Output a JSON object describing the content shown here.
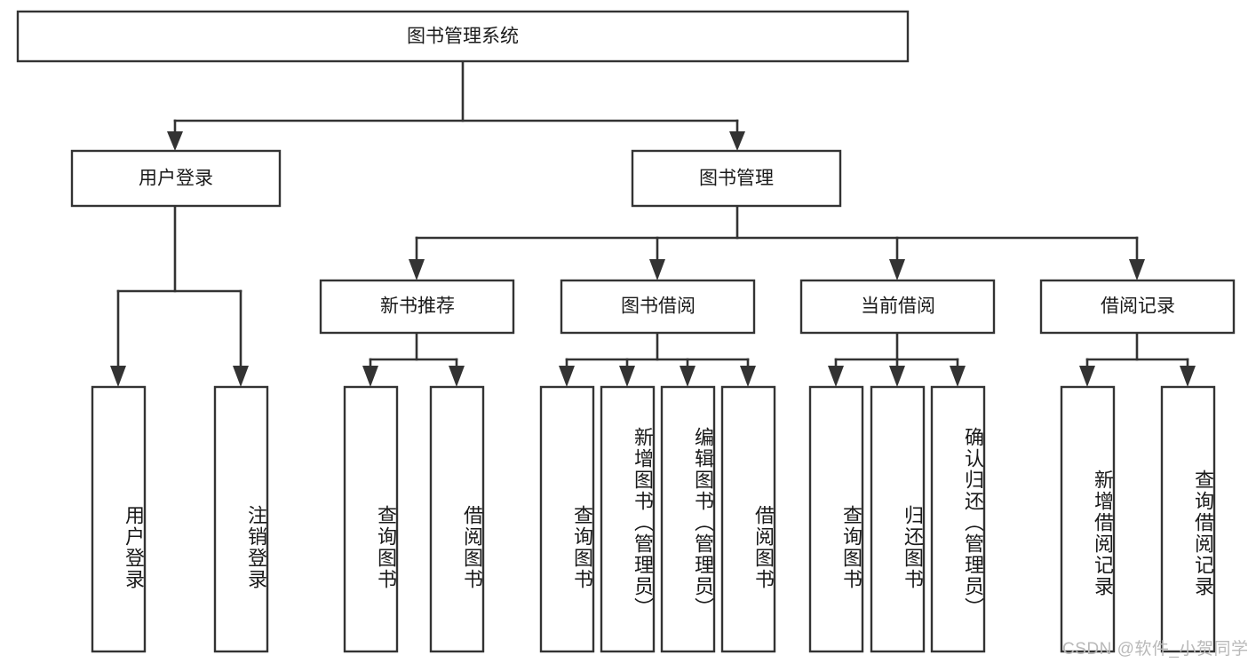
{
  "diagram": {
    "title_node": {
      "label": "图书管理系统"
    },
    "level2": [
      {
        "id": "user-login",
        "label": "用户登录"
      },
      {
        "id": "book-management",
        "label": "图书管理"
      }
    ],
    "level3": [
      {
        "id": "new-book-recommend",
        "label": "新书推荐"
      },
      {
        "id": "book-borrow",
        "label": "图书借阅"
      },
      {
        "id": "current-borrow",
        "label": "当前借阅"
      },
      {
        "id": "borrow-record",
        "label": "借阅记录"
      }
    ],
    "leaves": {
      "user_login": [
        {
          "id": "leaf-user-login",
          "label": "用户登录"
        },
        {
          "id": "leaf-logout-login",
          "label": "注销登录"
        }
      ],
      "new_book_recommend": [
        {
          "id": "leaf-query-book-1",
          "label": "查询图书"
        },
        {
          "id": "leaf-borrow-book-1",
          "label": "借阅图书"
        }
      ],
      "book_borrow": [
        {
          "id": "leaf-query-book-2",
          "label": "查询图书"
        },
        {
          "id": "leaf-add-book-admin",
          "label": "新增图书（管理员）"
        },
        {
          "id": "leaf-edit-book-admin",
          "label": "编辑图书（管理员）"
        },
        {
          "id": "leaf-borrow-book-2",
          "label": "借阅图书"
        }
      ],
      "current_borrow": [
        {
          "id": "leaf-query-book-3",
          "label": "查询图书"
        },
        {
          "id": "leaf-return-book",
          "label": "归还图书"
        },
        {
          "id": "leaf-confirm-return-admin",
          "label": "确认归还（管理员）"
        }
      ],
      "borrow_record": [
        {
          "id": "leaf-add-borrow-record",
          "label": "新增借阅记录"
        },
        {
          "id": "leaf-query-borrow-record",
          "label": "查询借阅记录"
        }
      ]
    },
    "watermark": {
      "text": "CSDN @软件_小贺同学"
    },
    "colors": {
      "box_stroke": "#333333",
      "box_fill": "#ffffff",
      "text": "#1a1a1a",
      "background": "#ffffff",
      "watermark": "#b9b9b9"
    }
  }
}
